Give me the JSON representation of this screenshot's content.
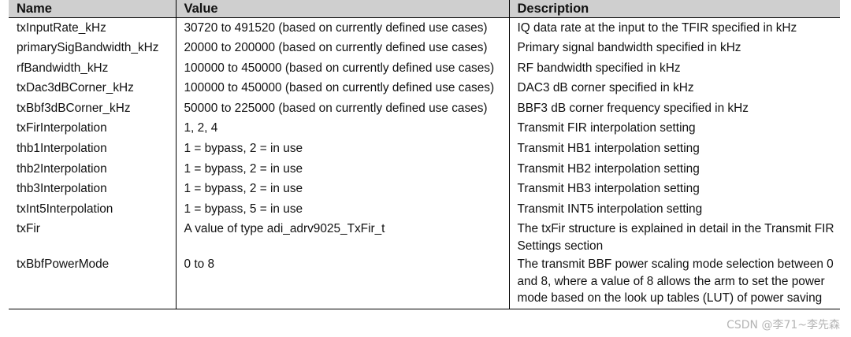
{
  "table": {
    "headers": {
      "name": "Name",
      "value": "Value",
      "description": "Description"
    },
    "rows": [
      {
        "name": "txInputRate_kHz",
        "value": "30720 to 491520 (based on currently defined use cases)",
        "description": "IQ data rate at the input to the TFIR specified in kHz"
      },
      {
        "name": "primarySigBandwidth_kHz",
        "value": "20000 to 200000 (based on currently defined use cases)",
        "description": "Primary signal bandwidth specified in kHz"
      },
      {
        "name": "rfBandwidth_kHz",
        "value": "100000 to 450000 (based on currently defined use cases)",
        "description": "RF bandwidth specified in kHz"
      },
      {
        "name": "txDac3dBCorner_kHz",
        "value": "100000 to 450000 (based on currently defined use cases)",
        "description": "DAC3 dB corner specified in kHz"
      },
      {
        "name": "txBbf3dBCorner_kHz",
        "value": "50000 to 225000 (based on currently defined use cases)",
        "description": "BBF3 dB corner frequency specified in kHz"
      },
      {
        "name": "txFirInterpolation",
        "value": "1, 2, 4",
        "description": "Transmit FIR interpolation setting"
      },
      {
        "name": "thb1Interpolation",
        "value": "1 = bypass, 2 = in use",
        "description": "Transmit HB1 interpolation setting"
      },
      {
        "name": "thb2Interpolation",
        "value": "1 = bypass, 2 = in use",
        "description": "Transmit HB2 interpolation setting"
      },
      {
        "name": "thb3Interpolation",
        "value": "1 = bypass, 2 = in use",
        "description": "Transmit HB3 interpolation setting"
      },
      {
        "name": "txInt5Interpolation",
        "value": "1 = bypass, 5 = in use",
        "description": "Transmit INT5 interpolation setting"
      },
      {
        "name": "txFir",
        "value": "A value of type adi_adrv9025_TxFir_t",
        "description": "The txFir structure is explained in detail in the Transmit FIR Settings section"
      },
      {
        "name": "txBbfPowerMode",
        "value": "0 to 8",
        "description": "The transmit BBF power scaling mode selection between 0 and 8, where a value of 8 allows the arm to set the power mode based on the look up tables (LUT) of power saving"
      }
    ]
  },
  "watermark": "CSDN @李71~李先森",
  "colors": {
    "header_bg": "#cfcfcf",
    "text": "#111111",
    "rule": "#000000",
    "watermark": "#b4b4b4"
  }
}
